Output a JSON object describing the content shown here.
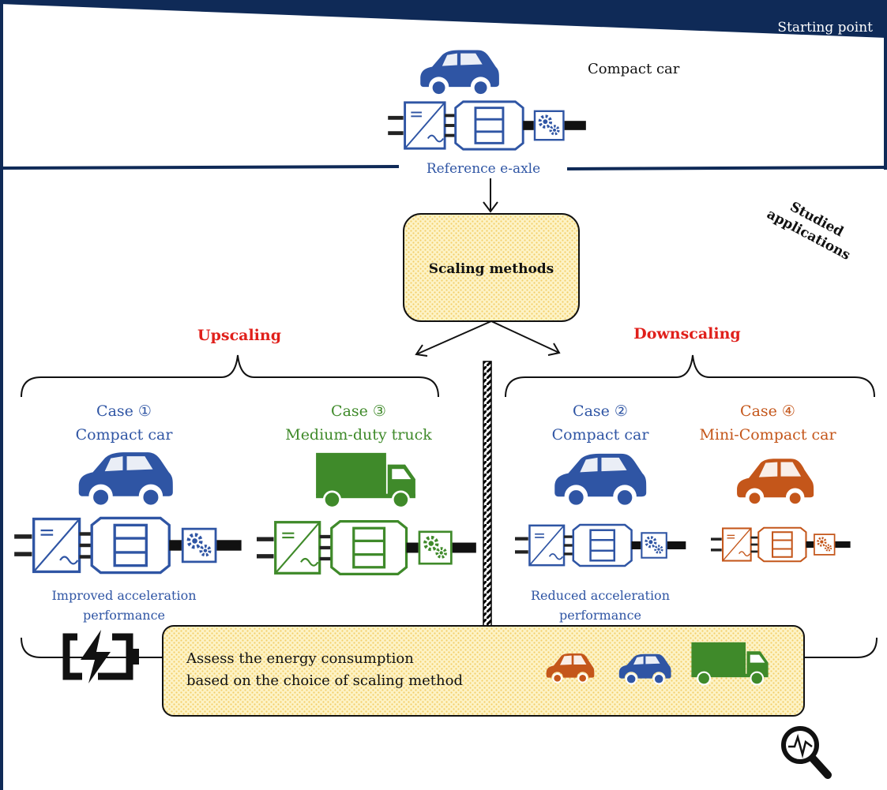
{
  "header": {
    "starting_point": "Starting point"
  },
  "reference": {
    "vehicle": "Compact car",
    "axle_label": "Reference e-axle"
  },
  "side_label": {
    "line1": "Studied",
    "line2": "applications"
  },
  "scaling_box": {
    "label": "Scaling methods"
  },
  "upscaling": {
    "title": "Upscaling",
    "case1": {
      "label": "Case ①",
      "vehicle": "Compact car",
      "note_line1": "Improved acceleration",
      "note_line2": "performance"
    },
    "case3": {
      "label": "Case ③",
      "vehicle": "Medium-duty truck"
    }
  },
  "downscaling": {
    "title": "Downscaling",
    "case2": {
      "label": "Case ②",
      "vehicle": "Compact car",
      "note_line1": "Reduced acceleration",
      "note_line2": "performance"
    },
    "case4": {
      "label": "Case ④",
      "vehicle": "Mini-Compact car"
    }
  },
  "assessment": {
    "line1": "Assess the energy consumption",
    "line2": "based on the choice of scaling method"
  },
  "colors": {
    "navy": "#0f2a57",
    "blue": "#2f55a4",
    "green": "#3f8a2a",
    "orange": "#c4561a",
    "red": "#e0201b",
    "box_fill": "#fbf0b8"
  },
  "icons": [
    "car-icon",
    "truck-icon",
    "inverter-icon",
    "motor-icon",
    "gearbox-icon",
    "battery-charging-icon",
    "magnifier-icon"
  ]
}
